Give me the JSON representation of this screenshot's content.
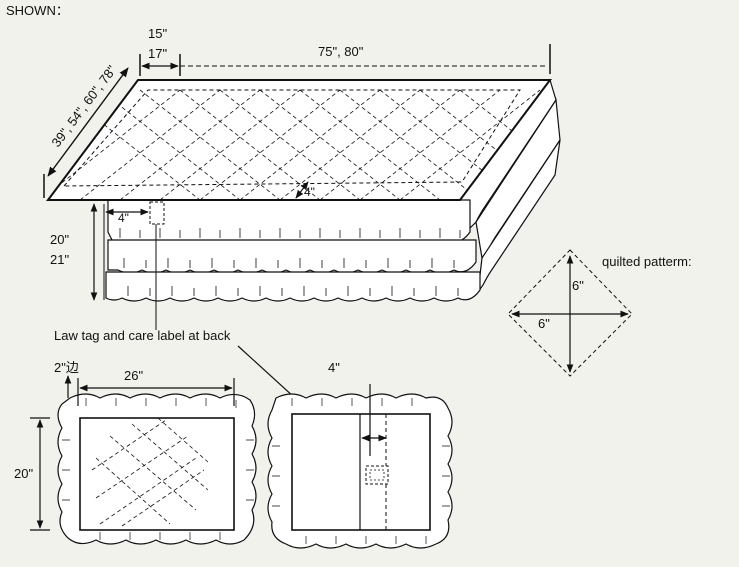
{
  "header": {
    "shown_label": "SHOWN："
  },
  "bed": {
    "drop_length_1": "15\"",
    "drop_length_2": "17\"",
    "length_label": "75\", 80\"",
    "width_label": "39\", 54\", 60\", 78\"",
    "inner_gap_label": "4\"",
    "side_gap_label": "4\"",
    "height_label_1": "20\"",
    "height_label_2": "21\""
  },
  "pattern": {
    "title": "quilted patterm:",
    "vertical_label": "6\"",
    "horizontal_label": "6\""
  },
  "tag": {
    "label": "Law tag  and care label at back"
  },
  "sham_front": {
    "border_label": "2\"边",
    "width_label": "26\"",
    "height_label": "20\""
  },
  "sham_back": {
    "overlap_label": "4\""
  },
  "colors": {
    "background": "#f1f2ec",
    "line": "#111111",
    "fill": "#ffffff"
  }
}
